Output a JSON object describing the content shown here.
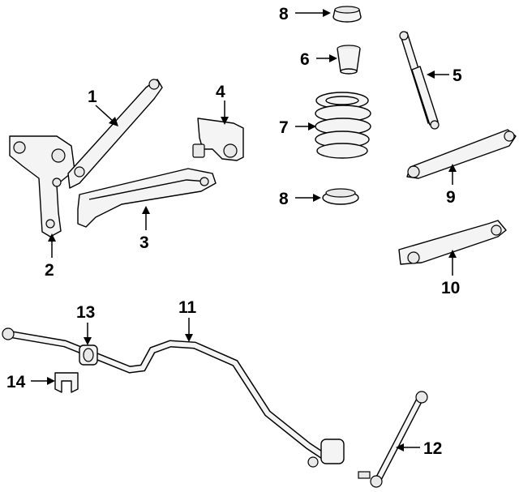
{
  "callouts": [
    {
      "id": "1",
      "text": "1"
    },
    {
      "id": "2",
      "text": "2"
    },
    {
      "id": "3",
      "text": "3"
    },
    {
      "id": "4",
      "text": "4"
    },
    {
      "id": "5",
      "text": "5"
    },
    {
      "id": "6",
      "text": "6"
    },
    {
      "id": "7",
      "text": "7"
    },
    {
      "id": "8a",
      "text": "8"
    },
    {
      "id": "8b",
      "text": "8"
    },
    {
      "id": "9",
      "text": "9"
    },
    {
      "id": "10",
      "text": "10"
    },
    {
      "id": "11",
      "text": "11"
    },
    {
      "id": "12",
      "text": "12"
    },
    {
      "id": "13",
      "text": "13"
    },
    {
      "id": "14",
      "text": "14"
    }
  ],
  "colors": {
    "line": "#000000",
    "fill": "#f4f4f4",
    "background": "#ffffff"
  }
}
